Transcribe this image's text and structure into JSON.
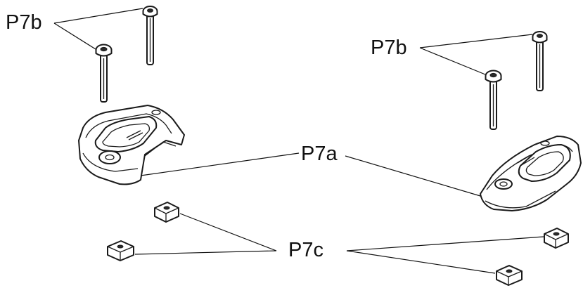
{
  "labels": {
    "screw_left": "P7b",
    "screw_right": "P7b",
    "foot": "P7a",
    "nut": "P7c"
  },
  "colors": {
    "line": "#1a1a1a",
    "background": "#ffffff"
  }
}
